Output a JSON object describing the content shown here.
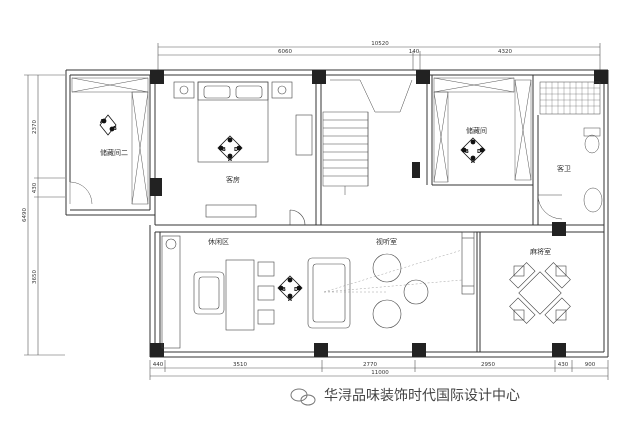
{
  "dimensions": {
    "top_total": "10520",
    "top_1": "6060",
    "top_2": "140",
    "top_3": "4320",
    "left_1": "2370",
    "left_2": "430",
    "left_3": "3650",
    "left_total": "6490",
    "bottom_1": "440",
    "bottom_2": "3510",
    "bottom_3": "2770",
    "bottom_4": "2950",
    "bottom_5": "430",
    "bottom_6": "900",
    "bottom_total": "11000"
  },
  "rooms": {
    "storage2": "储藏间二",
    "guest_bedroom": "客房",
    "storage": "储藏间",
    "guest_bath": "客卫",
    "leisure": "休闲区",
    "av_room": "视听室",
    "mahjong": "麻将室"
  },
  "markers": {
    "storage2": [
      "A",
      "B"
    ],
    "guest_bedroom": [
      "C",
      "B",
      "D",
      "A"
    ],
    "storage": [
      "C",
      "B",
      "D",
      "A"
    ],
    "leisure": [
      "C",
      "B",
      "D",
      "A"
    ]
  },
  "watermark": {
    "text": "华浔品味装饰时代国际设计中心",
    "icon": "wechat-icon"
  }
}
